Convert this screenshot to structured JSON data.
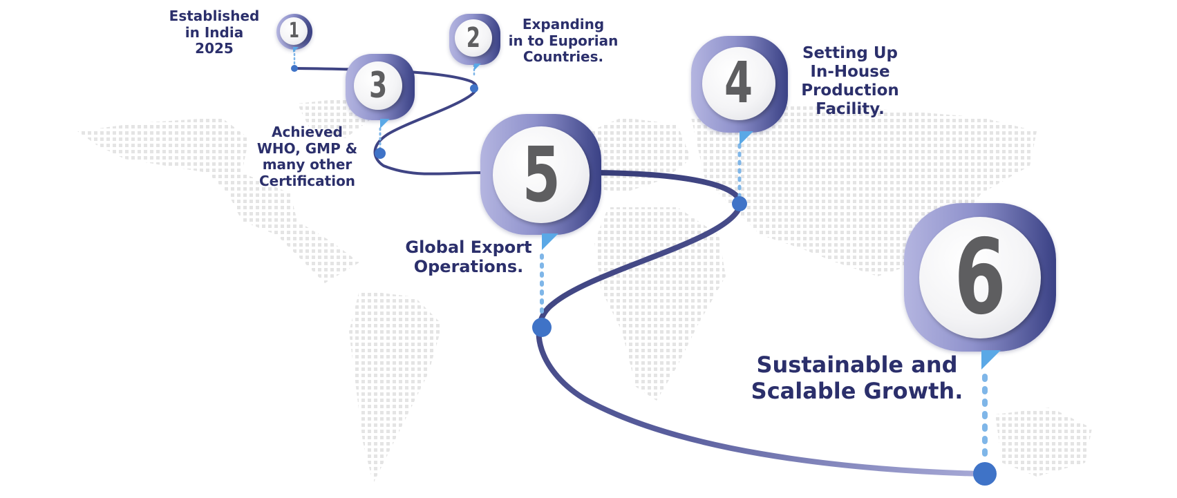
{
  "colors": {
    "path": "#3f4484",
    "path_light": "#9ea0d2",
    "dot": "#3f73c7",
    "tail": "#5aa8e6",
    "stem": "#7fb6e8",
    "text": "#2b2f6b",
    "number": "#5e5e60",
    "map_dots": "#e2e2e2"
  },
  "milestones": [
    {
      "number": "1",
      "label": "Established\nin India\n2025"
    },
    {
      "number": "2",
      "label": "Expanding\nin to Euporian\nCountries."
    },
    {
      "number": "3",
      "label": "Achieved\nWHO, GMP &\nmany other\nCertification"
    },
    {
      "number": "4",
      "label": "Setting Up\nIn-House\nProduction\nFacility."
    },
    {
      "number": "5",
      "label": "Global Export\nOperations."
    },
    {
      "number": "6",
      "label": "Sustainable and\nScalable Growth."
    }
  ]
}
